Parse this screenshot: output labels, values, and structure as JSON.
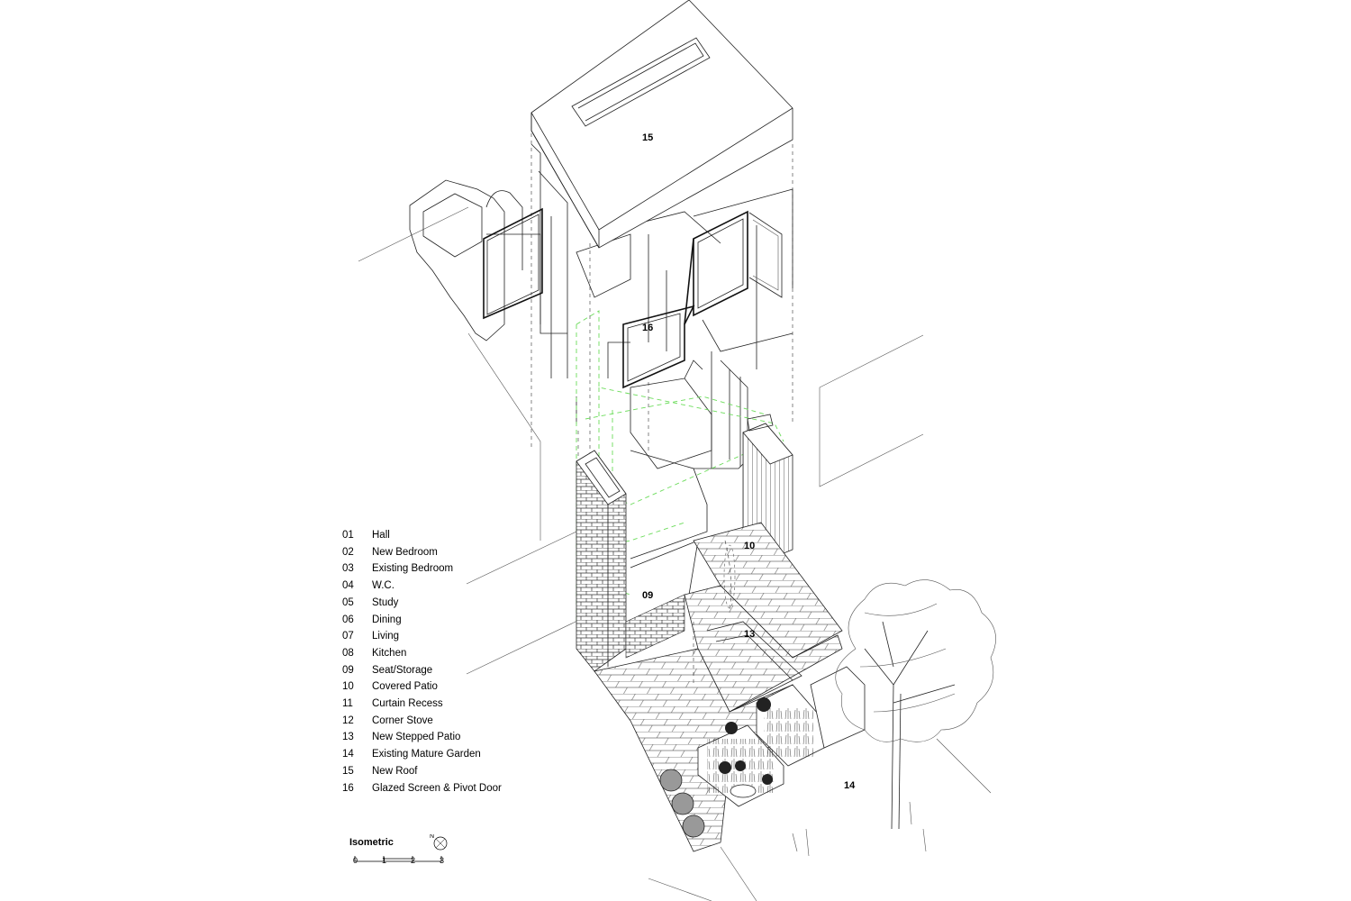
{
  "diagram": {
    "room_tags": [
      "15",
      "16",
      "10",
      "09",
      "13",
      "14"
    ]
  },
  "legend": [
    {
      "num": "01",
      "label": "Hall"
    },
    {
      "num": "02",
      "label": "New Bedroom"
    },
    {
      "num": "03",
      "label": "Existing Bedroom"
    },
    {
      "num": "04",
      "label": "W.C."
    },
    {
      "num": "05",
      "label": "Study"
    },
    {
      "num": "06",
      "label": "Dining"
    },
    {
      "num": "07",
      "label": "Living"
    },
    {
      "num": "08",
      "label": "Kitchen"
    },
    {
      "num": "09",
      "label": "Seat/Storage"
    },
    {
      "num": "10",
      "label": "Covered Patio"
    },
    {
      "num": "11",
      "label": "Curtain Recess"
    },
    {
      "num": "12",
      "label": "Corner Stove"
    },
    {
      "num": "13",
      "label": "New Stepped Patio"
    },
    {
      "num": "14",
      "label": "Existing Mature Garden"
    },
    {
      "num": "15",
      "label": "New Roof"
    },
    {
      "num": "16",
      "label": "Glazed Screen & Pivot Door"
    }
  ],
  "scale_bar": {
    "title": "Isometric",
    "ticks": [
      "0",
      "1",
      "2",
      "3"
    ],
    "north_label": "N"
  }
}
